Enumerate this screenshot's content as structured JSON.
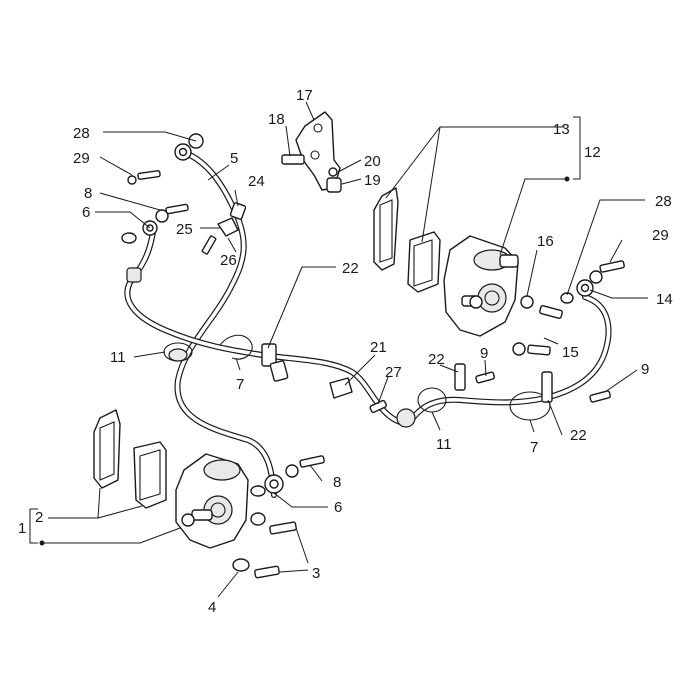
{
  "callouts": {
    "c1": "1",
    "c2": "2",
    "c3": "3",
    "c4": "4",
    "c5": "5",
    "c6a": "6",
    "c6b": "6",
    "c7a": "7",
    "c7b": "7",
    "c8a": "8",
    "c8b": "8",
    "c9a": "9",
    "c9b": "9",
    "c11a": "11",
    "c11b": "11",
    "c12": "12",
    "c13": "13",
    "c14": "14",
    "c15": "15",
    "c16": "16",
    "c17": "17",
    "c18": "18",
    "c19": "19",
    "c20": "20",
    "c21": "21",
    "c22a": "22",
    "c22b": "22",
    "c22c": "22",
    "c24": "24",
    "c25": "25",
    "c26": "26",
    "c27": "27",
    "c28a": "28",
    "c28b": "28",
    "c29a": "29",
    "c29b": "29"
  },
  "colors": {
    "ink": "#1a1a1a",
    "paper": "#ffffff"
  }
}
